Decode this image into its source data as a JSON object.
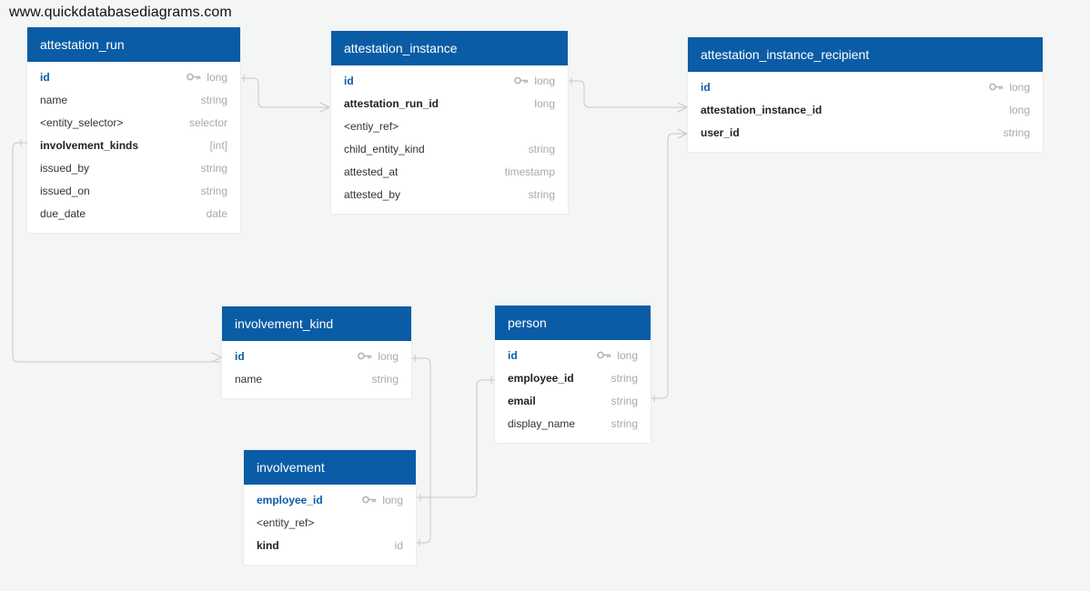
{
  "watermark": "www.quickdatabasediagrams.com",
  "tables": {
    "attestation_run": {
      "title": "attestation_run",
      "fields": [
        {
          "name": "id",
          "type": "long",
          "pk": true
        },
        {
          "name": "name",
          "type": "string"
        },
        {
          "name": "<entity_selector>",
          "type": "selector"
        },
        {
          "name": "involvement_kinds",
          "type": "[int]",
          "bold": true
        },
        {
          "name": "issued_by",
          "type": "string"
        },
        {
          "name": "issued_on",
          "type": "string"
        },
        {
          "name": "due_date",
          "type": "date"
        }
      ]
    },
    "attestation_instance": {
      "title": "attestation_instance",
      "fields": [
        {
          "name": "id",
          "type": "long",
          "pk": true
        },
        {
          "name": "attestation_run_id",
          "type": "long",
          "bold": true
        },
        {
          "name": "<entiy_ref>",
          "type": ""
        },
        {
          "name": "child_entity_kind",
          "type": "string"
        },
        {
          "name": "attested_at",
          "type": "timestamp"
        },
        {
          "name": "attested_by",
          "type": "string"
        }
      ]
    },
    "attestation_instance_recipient": {
      "title": "attestation_instance_recipient",
      "fields": [
        {
          "name": "id",
          "type": "long",
          "pk": true
        },
        {
          "name": "attestation_instance_id",
          "type": "long",
          "bold": true
        },
        {
          "name": "user_id",
          "type": "string",
          "bold": true
        }
      ]
    },
    "involvement_kind": {
      "title": "involvement_kind",
      "fields": [
        {
          "name": "id",
          "type": "long",
          "pk": true
        },
        {
          "name": "name",
          "type": "string"
        }
      ]
    },
    "person": {
      "title": "person",
      "fields": [
        {
          "name": "id",
          "type": "long",
          "pk": true
        },
        {
          "name": "employee_id",
          "type": "string",
          "bold": true
        },
        {
          "name": "email",
          "type": "string",
          "bold": true
        },
        {
          "name": "display_name",
          "type": "string"
        }
      ]
    },
    "involvement": {
      "title": "involvement",
      "fields": [
        {
          "name": "employee_id",
          "type": "long",
          "pk": true
        },
        {
          "name": "<entity_ref>",
          "type": ""
        },
        {
          "name": "kind",
          "type": "id",
          "bold": true
        }
      ]
    }
  },
  "colors": {
    "header": "#0a5ca6",
    "primary_key": "#0a5ca6",
    "type_text": "#a9a9a9",
    "connector": "#c8c8c8",
    "background": "#f4f5f5"
  }
}
